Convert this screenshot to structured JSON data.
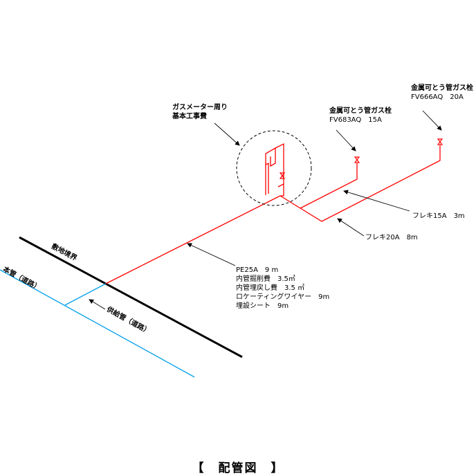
{
  "labels": {
    "boundary": "敷地境界",
    "main_pipe": "本管（道路）",
    "supply_pipe": "供給管（道路）",
    "meter_area_line1": "ガスメーター周り",
    "meter_area_line2": "基本工事費",
    "valve_15_name": "金属可とう管ガス栓",
    "valve_15_model": "FV683AQ　15A",
    "valve_20_name": "金属可とう管ガス栓",
    "valve_20_model": "FV666AQ　20A",
    "flex15": "フレキ15A　3m",
    "flex20": "フレキ20A　8m",
    "pe_lines": [
      "PE25A　9 m",
      "内管掘削費　3.5㎥",
      "内管埋戻し費　3.5 ㎥",
      "ロケーティングワイヤー　9m",
      "埋設シート　9m"
    ]
  },
  "title": "【　配管図　】",
  "colors": {
    "pipe": "#ff0000",
    "supply": "#00a0e9",
    "boundary": "#000000"
  },
  "icons": {
    "valve": "gas-valve-icon",
    "meter": "gas-meter-icon"
  }
}
